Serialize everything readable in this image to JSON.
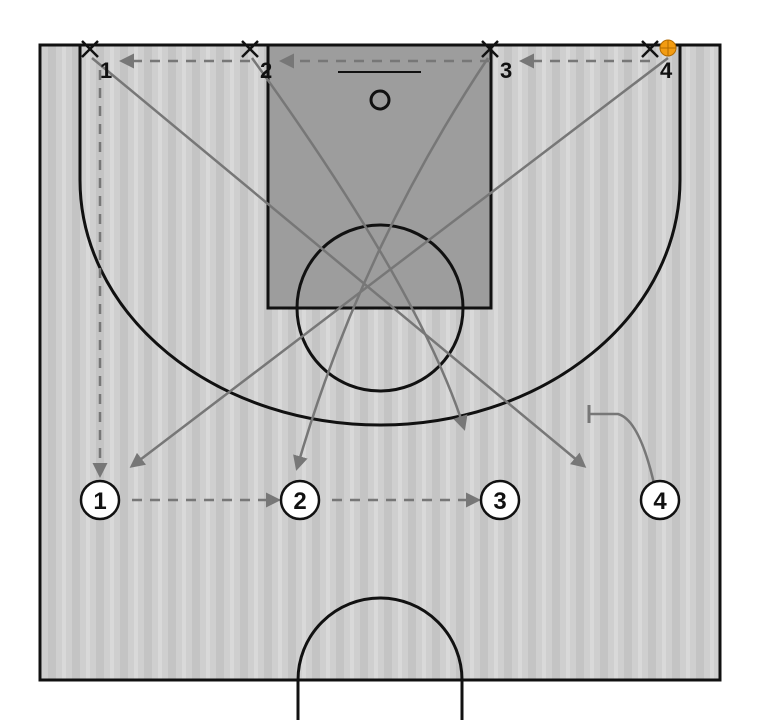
{
  "diagram": {
    "colors": {
      "court": "#cfcfcf",
      "court_stripe": "#bdbdbd",
      "paint": "#9a9a9a",
      "lines": "#111111",
      "pass_arrow": "#7a7a7a",
      "cut_arrow": "#7a7a7a",
      "ball": "#f39c12",
      "player_fill": "#ffffff"
    },
    "baseline_players": [
      {
        "label": "1"
      },
      {
        "label": "2"
      },
      {
        "label": "3"
      },
      {
        "label": "4"
      }
    ],
    "wing_players": [
      {
        "label": "1"
      },
      {
        "label": "2"
      },
      {
        "label": "3"
      },
      {
        "label": "4"
      }
    ],
    "icons": {
      "ball": "basketball-icon",
      "player_x": "x-mark-icon",
      "screen": "screen-icon"
    }
  }
}
